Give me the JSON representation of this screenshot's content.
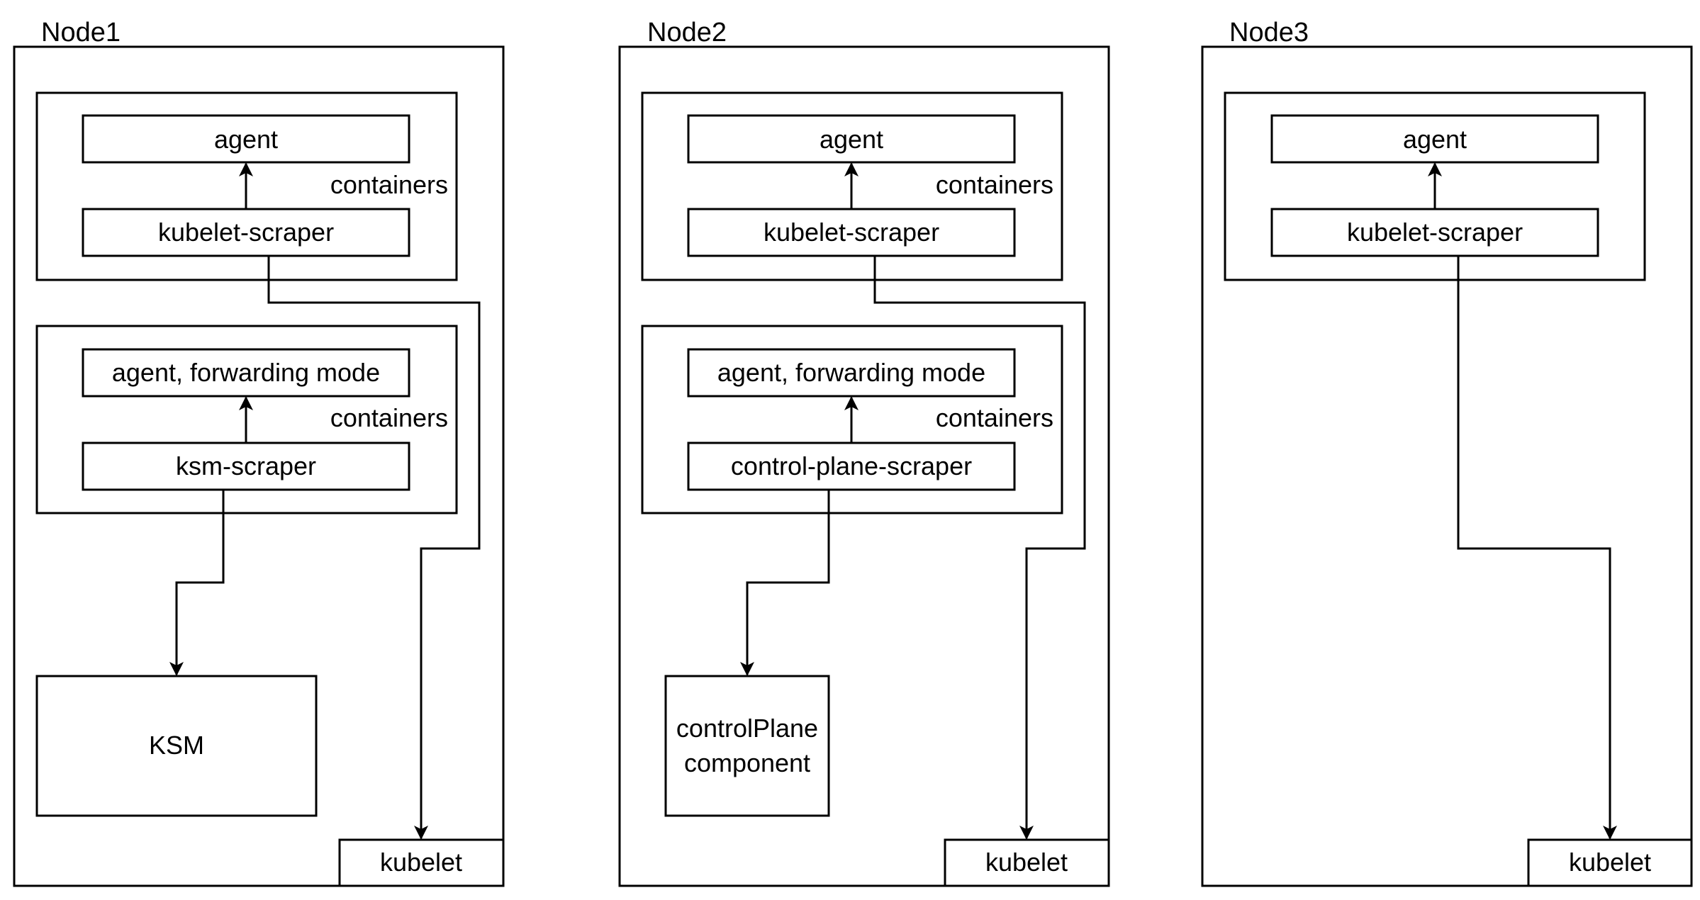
{
  "nodes": [
    {
      "title": "Node1",
      "pod1": {
        "top": "agent",
        "bottom": "kubelet-scraper",
        "group_label": "containers"
      },
      "pod2": {
        "top": "agent, forwarding mode",
        "bottom": "ksm-scraper",
        "group_label": "containers"
      },
      "target": {
        "line1": "KSM",
        "line2": ""
      },
      "kubelet": "kubelet"
    },
    {
      "title": "Node2",
      "pod1": {
        "top": "agent",
        "bottom": "kubelet-scraper",
        "group_label": "containers"
      },
      "pod2": {
        "top": "agent, forwarding mode",
        "bottom": "control-plane-scraper",
        "group_label": "containers"
      },
      "target": {
        "line1": "controlPlane",
        "line2": "component"
      },
      "kubelet": "kubelet"
    },
    {
      "title": "Node3",
      "pod1": {
        "top": "agent",
        "bottom": "kubelet-scraper"
      },
      "kubelet": "kubelet"
    }
  ]
}
